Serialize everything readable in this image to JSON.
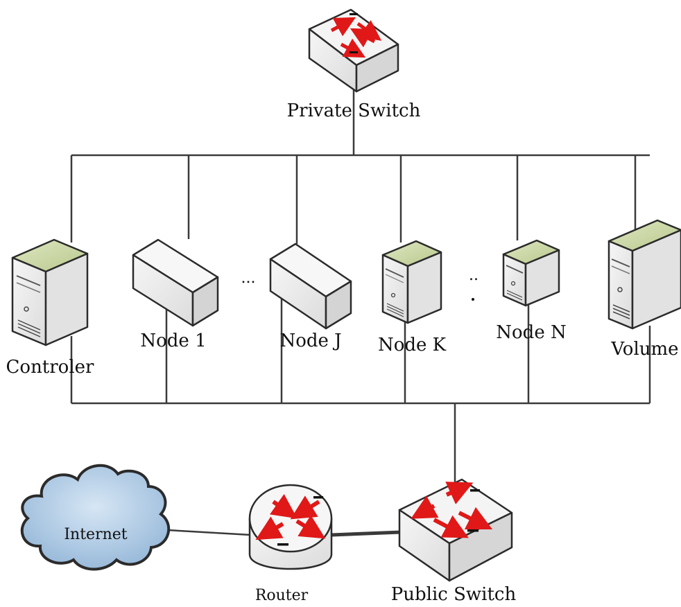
{
  "labels": {
    "private_switch": "Private Switch",
    "public_switch": "Public Switch",
    "router": "Router",
    "internet": "Internet",
    "controller": "Controler",
    "node_1": "Node 1",
    "node_j": "Node J",
    "node_k": "Node K",
    "node_n": "Node N",
    "volume": "Volume",
    "ellipsis_horizontal": "...",
    "ellipsis_vertical": ".."
  },
  "icons": {
    "switch": "network-switch-icon",
    "router": "router-icon",
    "cloud": "cloud-icon",
    "server": "server-tower-icon",
    "node": "blade-node-icon"
  },
  "colors": {
    "arrow_red": "#e01818",
    "server_top": "#c9d6a6",
    "cloud_fill": "#a9c6e2",
    "device_body": "#f1f1f1",
    "wire": "#3a3a3a"
  }
}
